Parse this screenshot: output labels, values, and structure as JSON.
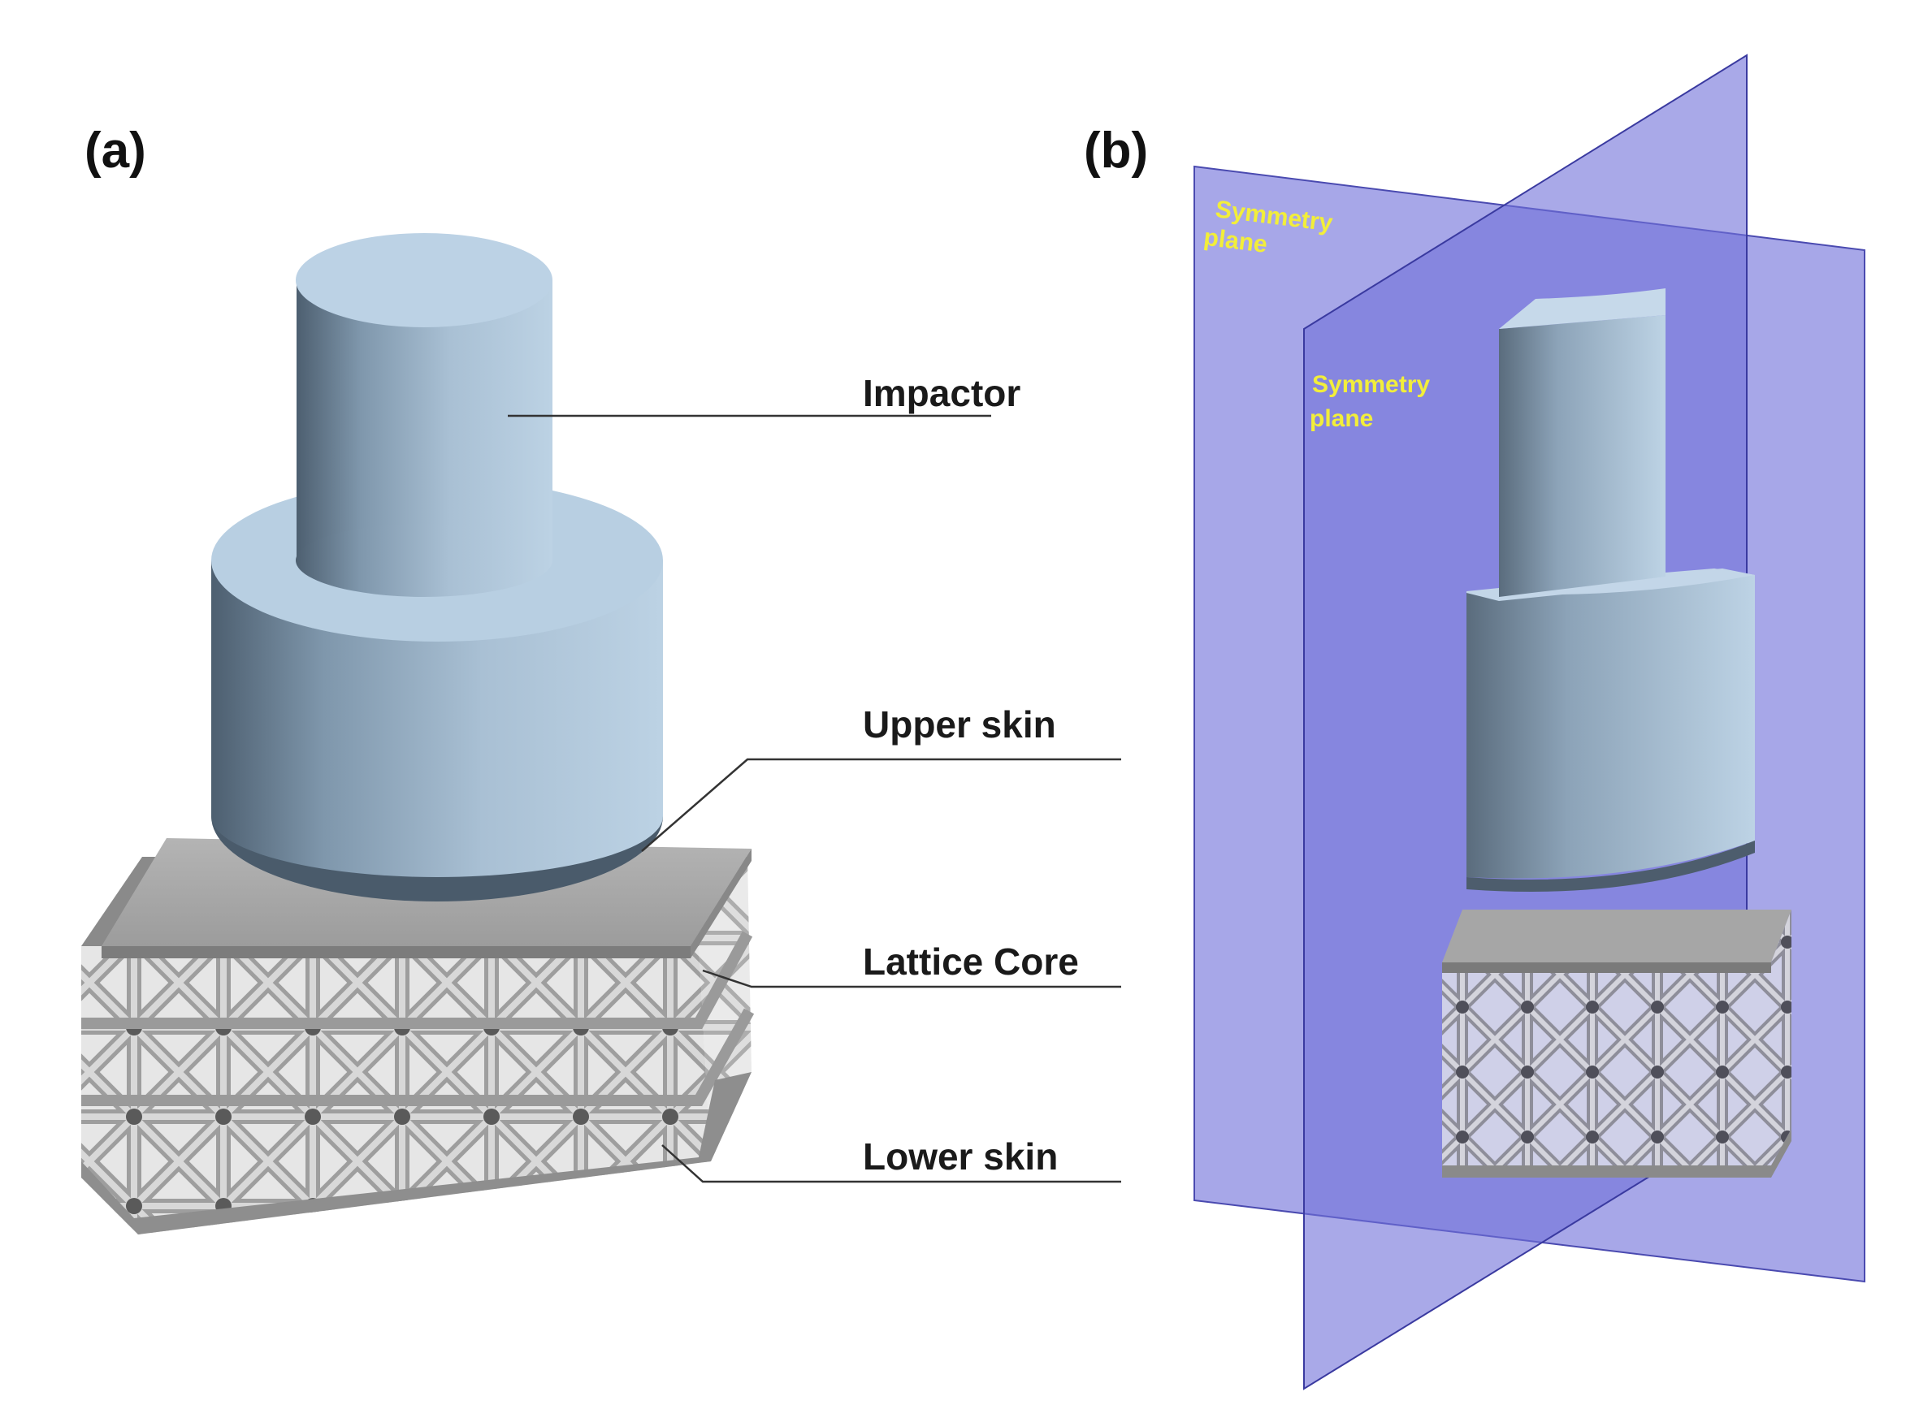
{
  "panels": {
    "a": {
      "label": "(a)",
      "callouts": {
        "impactor": "Impactor",
        "upper_skin": "Upper skin",
        "lattice_core": "Lattice Core",
        "lower_skin": "Lower skin"
      }
    },
    "b": {
      "label": "(b)",
      "plane_labels": {
        "back": [
          "Symmetry",
          "plane"
        ],
        "front": [
          "Symmetry",
          "plane"
        ]
      }
    }
  },
  "colors": {
    "impactor": "#b6cde0",
    "impactor_dark": "#4a5b6b",
    "skin": "#a8a8a8",
    "lattice": "#c4c4c4",
    "symmetry_plane": "#6e6ed8",
    "plane_label": "#f2ee3a"
  }
}
